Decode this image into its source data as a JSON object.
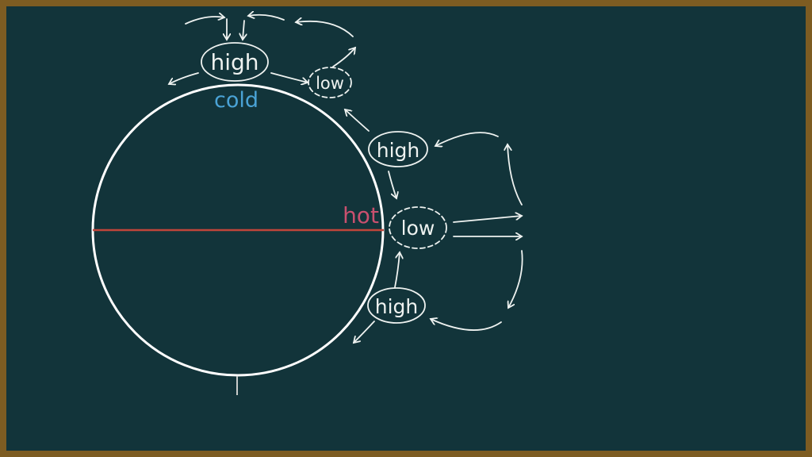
{
  "labels": {
    "high_top": "high",
    "low_top": "low",
    "cold": "cold",
    "high_mid": "high",
    "hot": "hot",
    "low_mid": "low",
    "high_bottom": "high"
  },
  "colors": {
    "board": "#12343a",
    "frame": "#7d5c22",
    "chalk": "#eef2f0",
    "cold": "#4aa3d6",
    "hot": "#c9506e",
    "equator": "#c0453a"
  }
}
